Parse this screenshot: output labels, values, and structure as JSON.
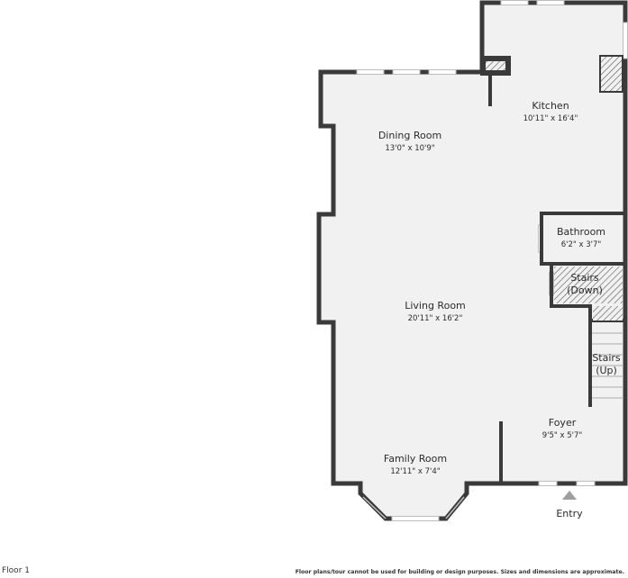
{
  "rooms": {
    "kitchen": {
      "name": "Kitchen",
      "dims": "10'11\" x 16'4\""
    },
    "dining": {
      "name": "Dining Room",
      "dims": "13'0\" x 10'9\""
    },
    "bathroom": {
      "name": "Bathroom",
      "dims": "6'2\" x 3'7\""
    },
    "stairs_down": {
      "line1": "Stairs",
      "line2": "(Down)"
    },
    "living": {
      "name": "Living Room",
      "dims": "20'11\" x 16'2\""
    },
    "stairs_up": {
      "line1": "Stairs",
      "line2": "(Up)"
    },
    "foyer": {
      "name": "Foyer",
      "dims": "9'5\" x 5'7\""
    },
    "family": {
      "name": "Family Room",
      "dims": "12'11\" x 7'4\""
    }
  },
  "entry_label": "Entry",
  "floor_label": "Floor 1",
  "disclaimer": "Floor plans/tour cannot be used for building or design purposes. Sizes and dimensions are approximate.",
  "colors": {
    "wall": "#3a3a3a",
    "floor": "#f1f1f1",
    "window": "#bdbdbd",
    "entry_arrow": "#9e9e9e"
  }
}
